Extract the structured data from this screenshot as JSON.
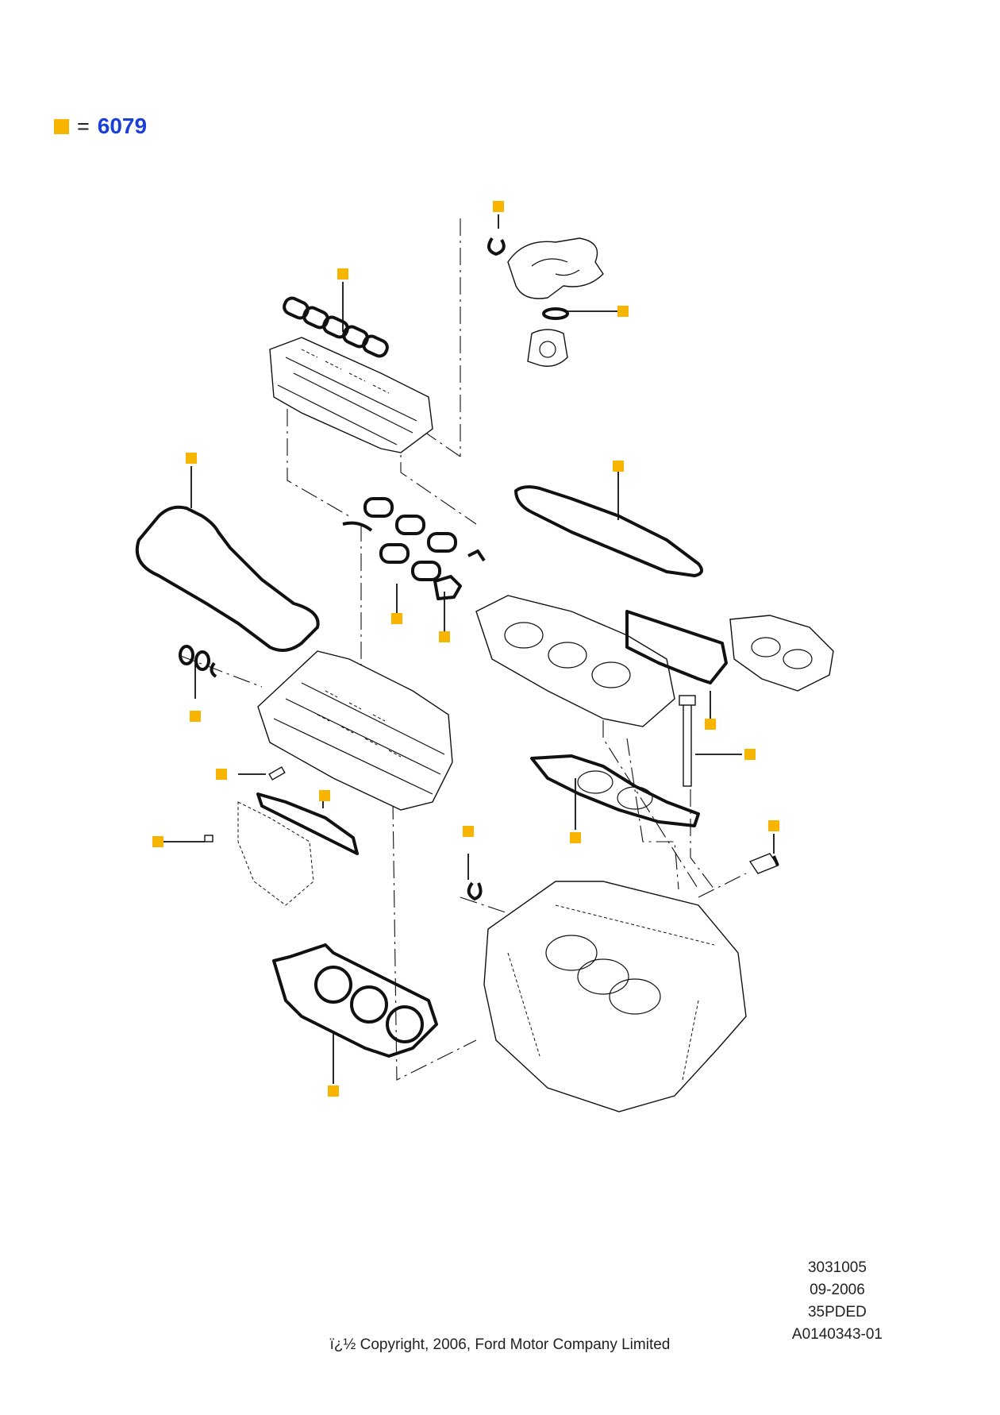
{
  "legend": {
    "equals": "=",
    "number": "6079",
    "marker_color": "#f7b500",
    "number_color": "#1a3fd8"
  },
  "meta": {
    "line1": "3031005",
    "line2": "09-2006",
    "line3": "35PDED",
    "line4": "A0140343-01"
  },
  "copyright": "ï¿½ Copyright, 2006, Ford Motor Company Limited",
  "callouts": [
    "gasket-marker",
    "gasket-marker",
    "gasket-marker",
    "gasket-marker",
    "gasket-marker",
    "gasket-marker",
    "gasket-marker",
    "gasket-marker",
    "gasket-marker",
    "gasket-marker",
    "gasket-marker",
    "gasket-marker",
    "gasket-marker",
    "gasket-marker",
    "gasket-marker",
    "gasket-marker",
    "gasket-marker"
  ]
}
